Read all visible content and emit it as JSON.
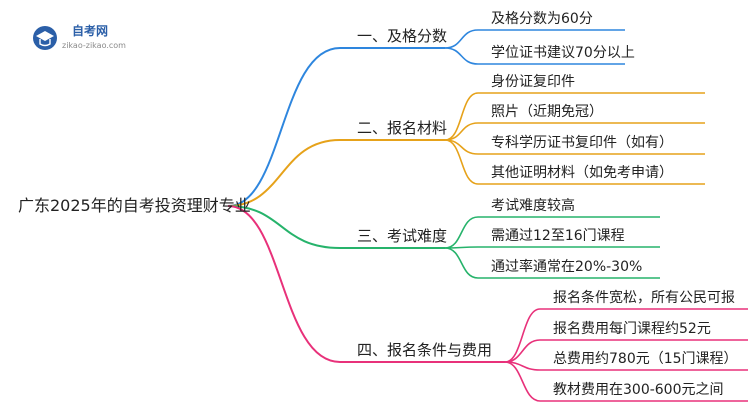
{
  "logo": {
    "title": "自考网",
    "url": "zikao-zikao.com"
  },
  "root": {
    "label": "广东2025年的自考投资理财专业"
  },
  "branches": [
    {
      "label": "一、及格分数",
      "color": "#2e86de",
      "leaves": [
        "及格分数为60分",
        "学位证书建议70分以上"
      ]
    },
    {
      "label": "二、报名材料",
      "color": "#e6a21a",
      "leaves": [
        "身份证复印件",
        "照片（近期免冠）",
        "专科学历证书复印件（如有）",
        "其他证明材料（如免考申请）"
      ]
    },
    {
      "label": "三、考试难度",
      "color": "#26b36b",
      "leaves": [
        "考试难度较高",
        "需通过12至16门课程",
        "通过率通常在20%-30%"
      ]
    },
    {
      "label": "四、报名条件与费用",
      "color": "#e8317a",
      "leaves": [
        "报名条件宽松，所有公民可报",
        "报名费用每门课程约52元",
        "总费用约780元（15门课程）",
        "教材费用在300-600元之间"
      ]
    }
  ]
}
